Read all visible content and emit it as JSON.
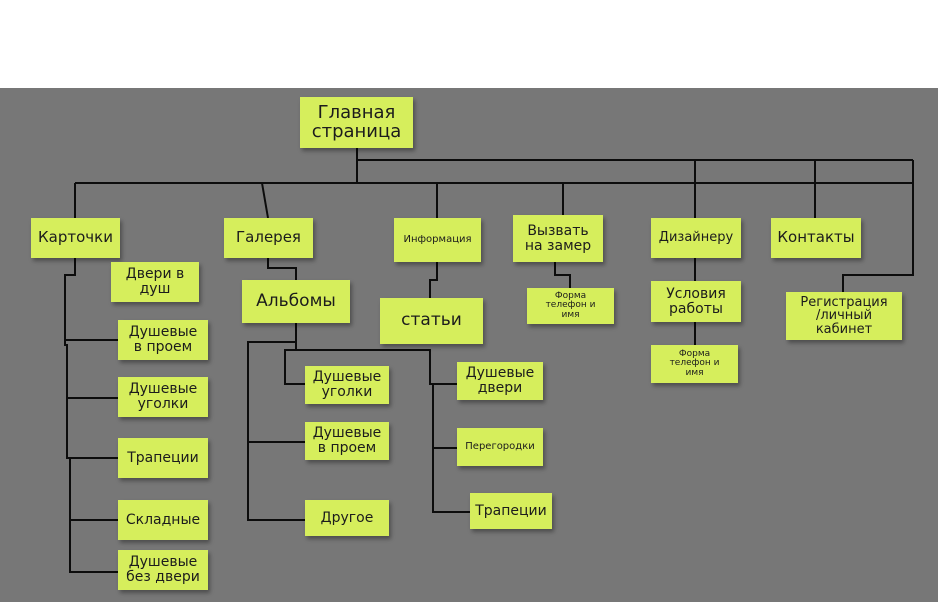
{
  "diagram": {
    "title": "Главная\nстраница",
    "branches": {
      "cards": {
        "label": "Карточки",
        "items": [
          "Двери в\nдуш",
          "Душевые\nв проем",
          "Душевые\nуголки",
          "Трапеции",
          "Складные",
          "Душевые\nбез двери"
        ]
      },
      "gallery": {
        "label": "Галерея",
        "albums": "Альбомы",
        "left_items": [
          "Душевые\nуголки",
          "Душевые\nв проем",
          "Другое"
        ],
        "right_items": [
          "Душевые\nдвери",
          "Перегородки",
          "Трапеции"
        ]
      },
      "info": {
        "label": "Информация",
        "articles": "статьи"
      },
      "measure": {
        "label": "Вызвать\nна замер",
        "form": "Форма\nтелефон и\nимя"
      },
      "designer": {
        "label": "Дизайнеру",
        "conditions": "Условия\nработы",
        "form": "Форма\nтелефон и\nимя"
      },
      "contacts": {
        "label": "Контакты"
      },
      "account": {
        "label": "Регистрация\n/личный\nкабинет"
      }
    },
    "colors": {
      "note": "#d6ee5c",
      "board": "#777777",
      "line": "#0c0c0c"
    }
  }
}
